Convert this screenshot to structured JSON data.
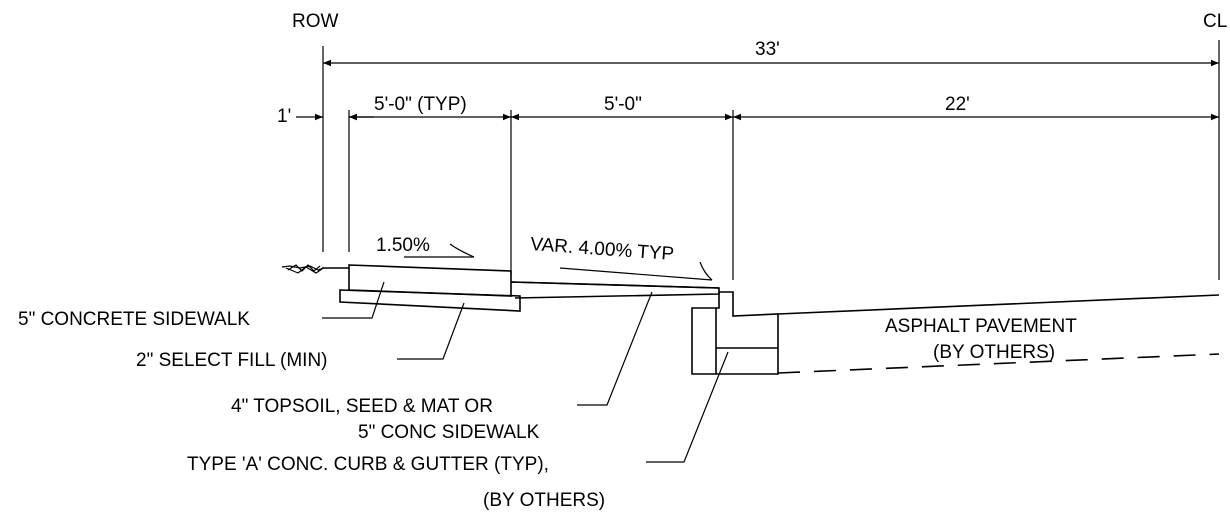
{
  "labels": {
    "row": "ROW",
    "cl": "CL",
    "total_width": "33'",
    "offset_1": "1'",
    "sidewalk_width": "5'-0\" (TYP)",
    "strip_width": "5'-0\"",
    "half_street": "22'",
    "sidewalk_slope": "1.50%",
    "strip_slope": "VAR. 4.00% TYP",
    "concrete_sidewalk": "5\" CONCRETE SIDEWALK",
    "select_fill": "2\" SELECT FILL (MIN)",
    "topsoil_line1": "4\" TOPSOIL, SEED & MAT OR",
    "topsoil_line2": "5\" CONC SIDEWALK",
    "curb_line1": "TYPE 'A' CONC. CURB & GUTTER (TYP),",
    "curb_line2": "(BY OTHERS)",
    "asphalt_line1": "ASPHALT PAVEMENT",
    "asphalt_line2": "(BY OTHERS)"
  }
}
